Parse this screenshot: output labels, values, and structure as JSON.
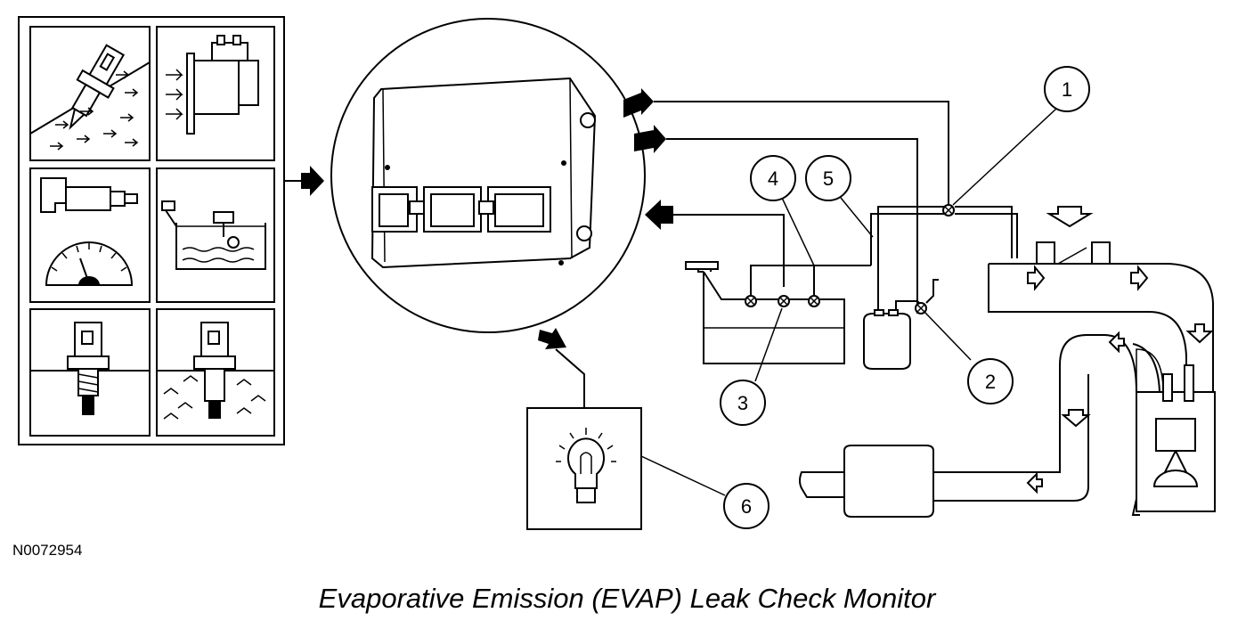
{
  "figure_id": "N0072954",
  "caption": "Evaporative Emission (EVAP) Leak Check Monitor",
  "callouts": [
    "1",
    "2",
    "3",
    "4",
    "5",
    "6"
  ],
  "sensor_panel": {
    "cells": [
      "oxygen-sensor-icon",
      "mass-air-flow-sensor-icon",
      "pressure-gauge-icon",
      "fuel-level-sender-icon",
      "temperature-sensor-icon",
      "coolant-temperature-sensor-icon"
    ]
  },
  "components": [
    "powertrain-control-module-icon",
    "fuel-tank-icon",
    "evap-canister-icon",
    "intake-manifold-icon",
    "engine-icon",
    "muffler-icon",
    "malfunction-indicator-lamp-icon"
  ]
}
